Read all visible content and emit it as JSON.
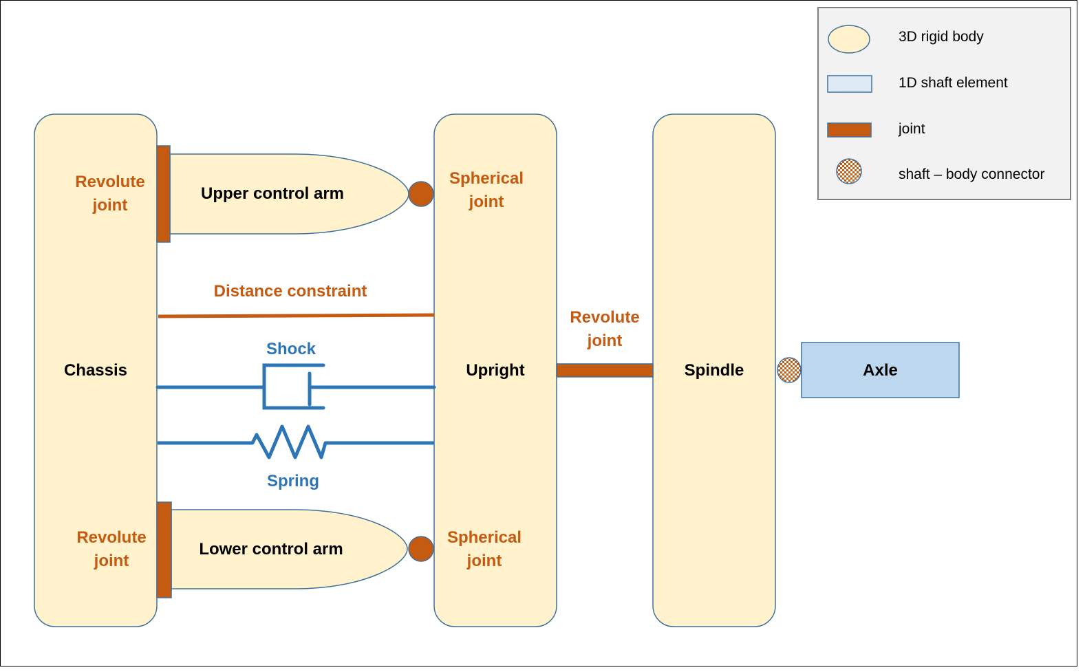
{
  "colors": {
    "body_fill": "#FFF2CC",
    "body_stroke": "#41719C",
    "joint": "#C55A11",
    "shaft_fill": "#BDD7EE",
    "shaft_legend_fill": "#DEEBF7",
    "spring_shock": "#2E75B6",
    "legend_bg": "#F2F2F2",
    "legend_border": "#7F7F7F"
  },
  "bodies": {
    "chassis": "Chassis",
    "upright": "Upright",
    "spindle": "Spindle",
    "axle": "Axle",
    "upper_arm": "Upper control arm",
    "lower_arm": "Lower control arm"
  },
  "joints": {
    "upper_revolute": [
      "Revolute",
      "joint"
    ],
    "lower_revolute": [
      "Revolute",
      "joint"
    ],
    "upper_spherical": [
      "Spherical",
      "joint"
    ],
    "lower_spherical": [
      "Spherical",
      "joint"
    ],
    "upright_spindle_revolute": [
      "Revolute",
      "joint"
    ],
    "distance_constraint": "Distance constraint"
  },
  "force_elements": {
    "shock": "Shock",
    "spring": "Spring"
  },
  "legend": {
    "items": [
      {
        "icon": "rigid-body-ellipse",
        "label": "3D rigid body"
      },
      {
        "icon": "shaft-rectangle",
        "label": "1D shaft element"
      },
      {
        "icon": "joint-bar",
        "label": "joint"
      },
      {
        "icon": "checkered-circle",
        "label": "shaft – body connector"
      }
    ]
  }
}
